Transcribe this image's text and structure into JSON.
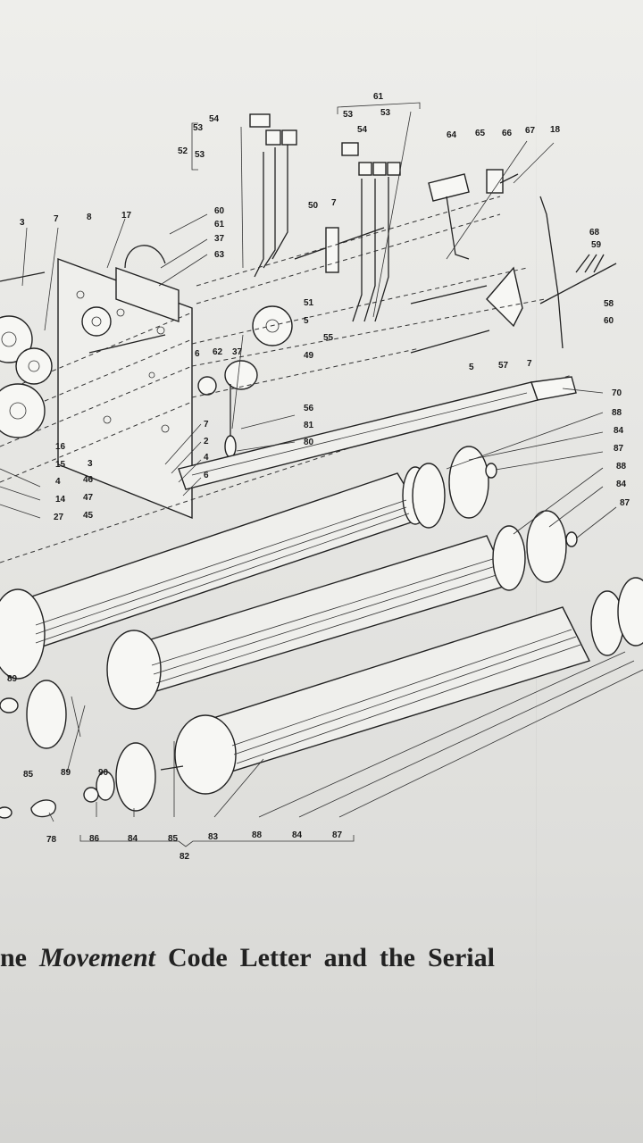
{
  "diagram": {
    "part_labels": {
      "l3a": "3",
      "l7a": "7",
      "l8": "8",
      "l17": "17",
      "l54a": "54",
      "l53a": "53",
      "l52": "52",
      "l53b": "53",
      "l61": "61",
      "l53c": "53",
      "l53d": "53",
      "l54b": "54",
      "l64": "64",
      "l65": "65",
      "l66": "66",
      "l67": "67",
      "l18": "18",
      "l60a": "60",
      "l61b": "61",
      "l37a": "37",
      "l63": "63",
      "l50": "50",
      "l7b": "7",
      "l68": "68",
      "l59": "59",
      "l58": "58",
      "l60b": "60",
      "l51": "51",
      "l5a": "5",
      "l55": "55",
      "l49": "49",
      "l6a": "6",
      "l62": "62",
      "l37b": "37",
      "l5b": "5",
      "l57": "57",
      "l7c": "7",
      "l56": "56",
      "l81": "81",
      "l80": "80",
      "l7d": "7",
      "l2": "2",
      "l4a": "4",
      "l6b": "6",
      "l16": "16",
      "l15": "15",
      "l4b": "4",
      "l14": "14",
      "l27": "27",
      "l3b": "3",
      "l46": "46",
      "l47": "47",
      "l45": "45",
      "l70": "70",
      "l88a": "88",
      "l84a": "84",
      "l87a": "87",
      "l88b": "88",
      "l84b": "84",
      "l87b": "87",
      "l89a": "89",
      "l89b": "89",
      "l85a": "85",
      "l90": "90",
      "l78": "78",
      "l86": "86",
      "l84c": "84",
      "l85b": "85",
      "l83": "83",
      "l88c": "88",
      "l84d": "84",
      "l87c": "87",
      "l82": "82"
    }
  },
  "caption": {
    "w1": "ne",
    "w2": "Movement",
    "w3": "Code",
    "w4": "Letter",
    "w5": "and",
    "w6": "the",
    "w7": "Serial"
  }
}
